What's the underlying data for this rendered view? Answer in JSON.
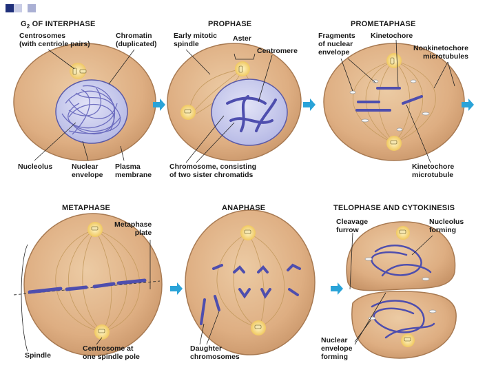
{
  "stages": {
    "interphase": {
      "prefix": "G",
      "sub": "2",
      "rest": " OF INTERPHASE"
    },
    "prophase": "PROPHASE",
    "prometaphase": "PROMETAPHASE",
    "metaphase": "METAPHASE",
    "anaphase": "ANAPHASE",
    "telophase": "TELOPHASE AND CYTOKINESIS"
  },
  "labels": {
    "centrosomes": "Centrosomes\n(with centriole pairs)",
    "chromatin": "Chromatin\n(duplicated)",
    "nucleolus": "Nucleolus",
    "nuclear_envelope": "Nuclear\nenvelope",
    "plasma_membrane": "Plasma\nmembrane",
    "early_spindle": "Early mitotic\nspindle",
    "aster": "Aster",
    "centromere": "Centromere",
    "chromosome": "Chromosome, consisting\nof two sister chromatids",
    "fragments": "Fragments\nof nuclear\nenvelope",
    "kinetochore": "Kinetochore",
    "nonkinetochore": "Nonkinetochore\nmicrotubules",
    "kinetochore_mt": "Kinetochore\nmicrotubule",
    "metaphase_plate": "Metaphase\nplate",
    "spindle": "Spindle",
    "centrosome_pole": "Centrosome at\none spindle pole",
    "daughter": "Daughter\nchromosomes",
    "cleavage": "Cleavage\nfurrow",
    "nucleolus_forming": "Nucleolus\nforming",
    "envelope_forming": "Nuclear\nenvelope\nforming"
  },
  "colors": {
    "cell": "#e2b48a",
    "cell_edge": "#a87a52",
    "chromosome": "#6b6bc4",
    "arrow": "#2aa3d8",
    "nucleus": "#cfd0ee"
  }
}
